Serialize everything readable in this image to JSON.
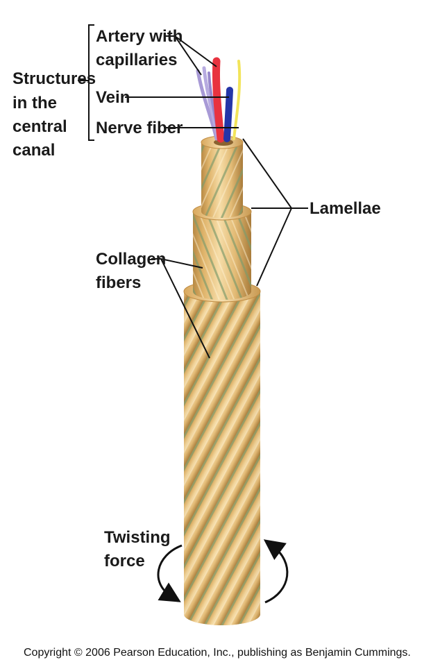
{
  "labels": {
    "structures_line1": "Structures",
    "structures_line2": "in the",
    "structures_line3": "central",
    "structures_line4": "canal",
    "artery_line1": "Artery with",
    "artery_line2": "capillaries",
    "vein": "Vein",
    "nerve": "Nerve fiber",
    "lamellae": "Lamellae",
    "collagen_line1": "Collagen",
    "collagen_line2": "fibers",
    "twisting_line1": "Twisting",
    "twisting_line2": "force"
  },
  "copyright": "Copyright © 2006 Pearson Education, Inc., publishing as Benjamin Cummings.",
  "colors": {
    "bone_light": "#f3d49a",
    "bone_mid": "#dfb36a",
    "bone_dark": "#b88a45",
    "fiber_stripe": "#7f9a6a",
    "artery": "#e8333f",
    "vein": "#2435a8",
    "nerve": "#f2e45a",
    "capillary": "#a89ad6"
  }
}
